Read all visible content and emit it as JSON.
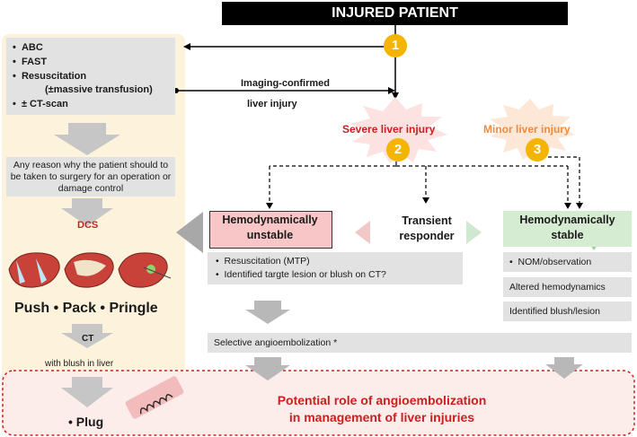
{
  "header": {
    "title": "INJURED PATIENT"
  },
  "initial_box": {
    "items": [
      "ABC",
      "FAST",
      "Resuscitation",
      "(±massive transfusion)",
      "± CT-scan"
    ]
  },
  "imaging_label": {
    "line1": "Imaging-confirmed",
    "line2": "liver injury"
  },
  "badges": {
    "b1": "1",
    "b2": "2",
    "b3": "3"
  },
  "severe": {
    "label": "Severe liver injury"
  },
  "minor": {
    "label": "Minor liver injury"
  },
  "surgery_question": "Any reason why the patient should to be taken to surgery for an operation or damage control",
  "dcs": "DCS",
  "unstable": {
    "line1": "Hemodynamically",
    "line2": "unstable"
  },
  "transient": {
    "line1": "Transient",
    "line2": "responder"
  },
  "stable": {
    "line1": "Hemodynamically",
    "line2": "stable"
  },
  "unstable_box": {
    "item1": "Resuscitation (MTP)",
    "item2": "Identified targte lesion or blush on CT?"
  },
  "stable_items": {
    "nom": "NOM/observation",
    "altered": "Altered hemodynamics",
    "blush": "Identified blush/lesion"
  },
  "push_pack": "Push • Pack • Pringle",
  "ct": "CT",
  "with_blush": "with blush in liver",
  "selective": "Selective angioembolization *",
  "plug": "• Plug",
  "potential": {
    "line1": "Potential role of angioembolization",
    "line2": "in management of liver injuries"
  },
  "colors": {
    "accent_red": "#cc1f1f",
    "orange": "#f08a3c",
    "badge": "#f4b400",
    "left_panel": "#fdf3dc"
  }
}
